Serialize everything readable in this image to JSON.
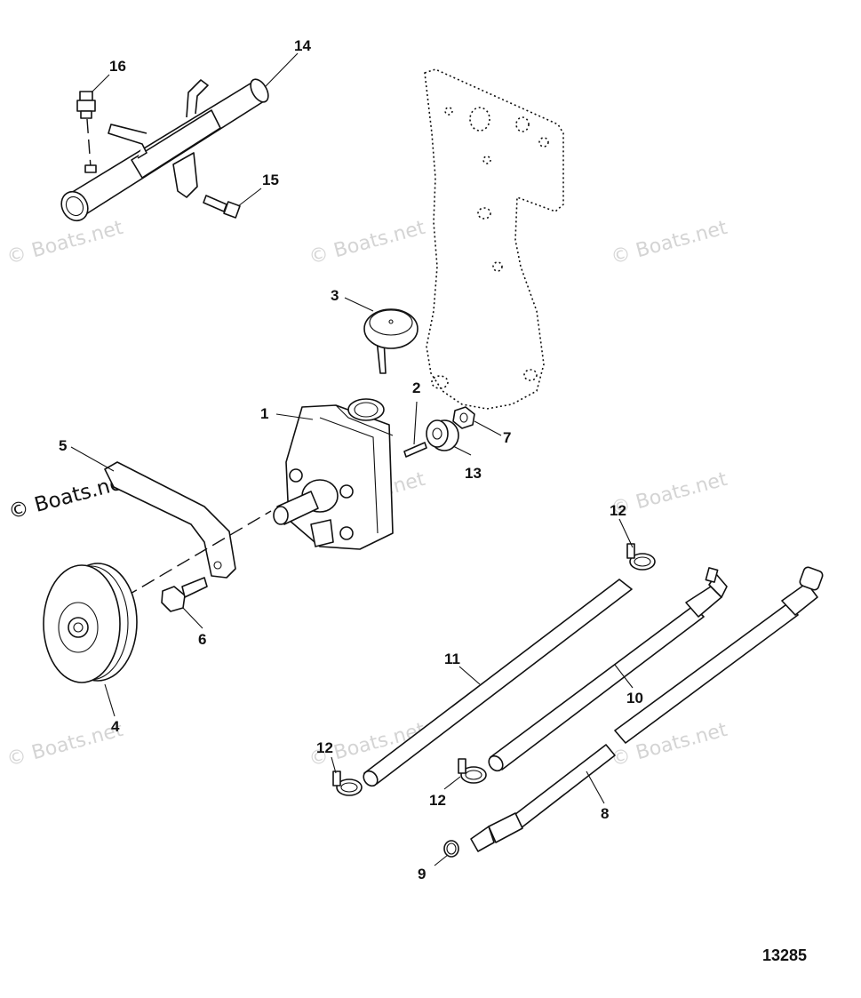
{
  "figure_number": "13285",
  "watermark_text": "© Boats.net",
  "callouts": {
    "c1": "1",
    "c2": "2",
    "c3": "3",
    "c4": "4",
    "c5": "5",
    "c6": "6",
    "c7": "7",
    "c8": "8",
    "c9": "9",
    "c10": "10",
    "c11": "11",
    "c12a": "12",
    "c12b": "12",
    "c12c": "12",
    "c13": "13",
    "c14": "14",
    "c15": "15",
    "c16": "16"
  }
}
